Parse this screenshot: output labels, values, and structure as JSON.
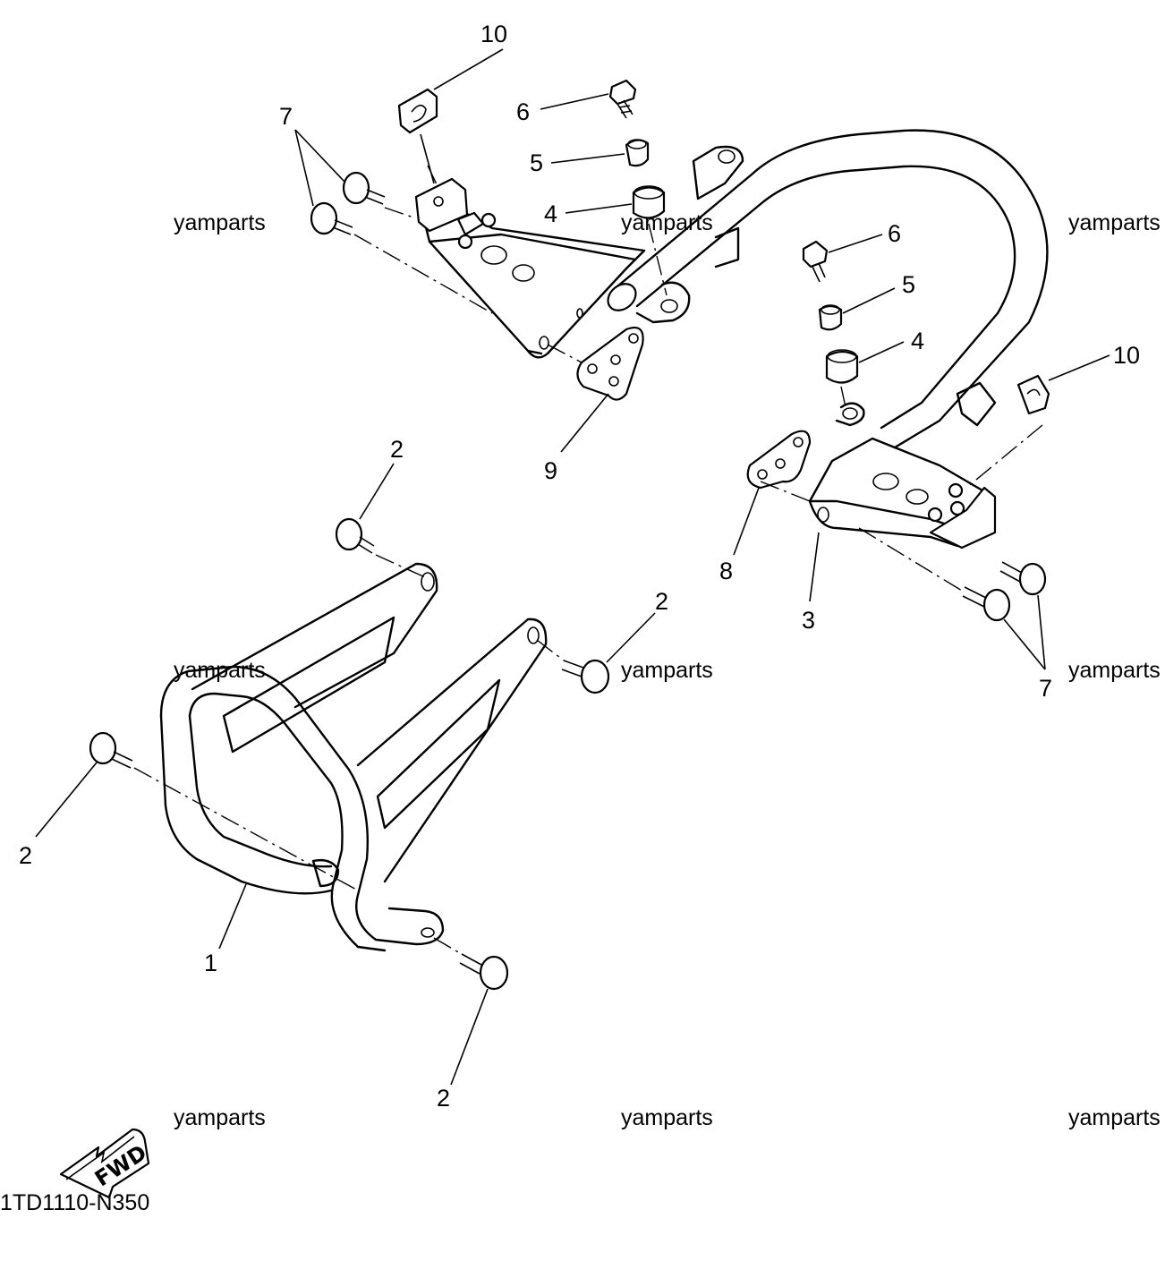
{
  "diagram_code": "1TD1110-N350",
  "direction_label": "FWD",
  "watermark": "yamparts",
  "callouts": {
    "c1": "1",
    "c2a": "2",
    "c2b": "2",
    "c2c": "2",
    "c2d": "2",
    "c3": "3",
    "c4a": "4",
    "c4b": "4",
    "c5a": "5",
    "c5b": "5",
    "c6a": "6",
    "c6b": "6",
    "c7a": "7",
    "c7b": "7",
    "c8": "8",
    "c9": "9",
    "c10a": "10",
    "c10b": "10"
  }
}
